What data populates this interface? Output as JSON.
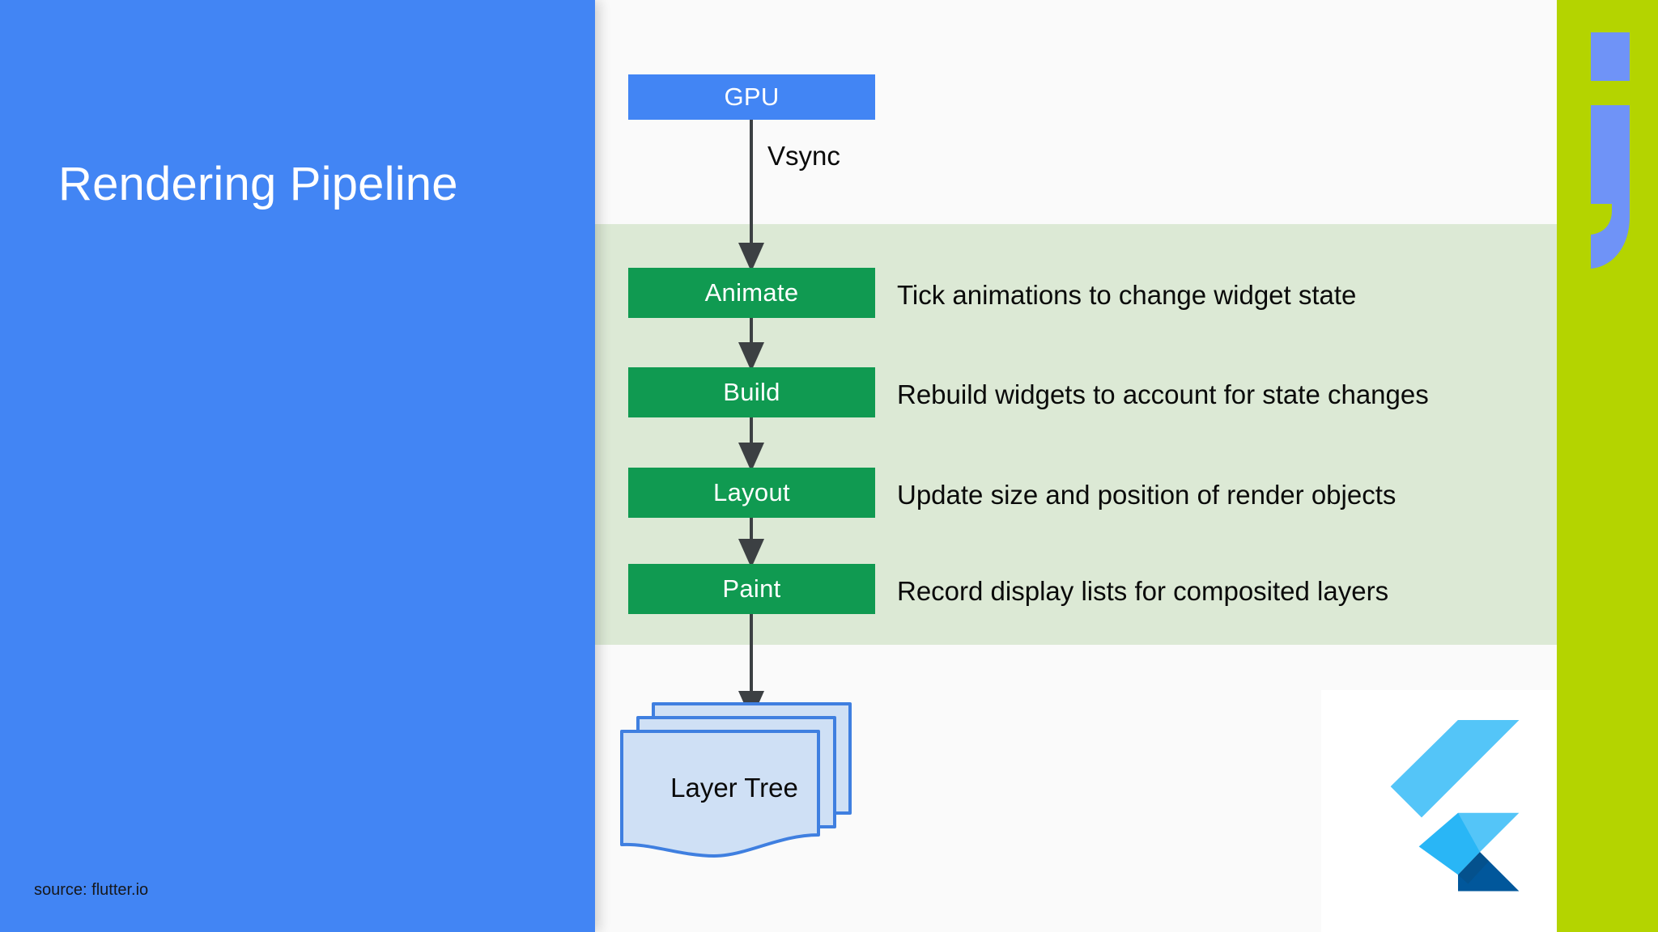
{
  "slide": {
    "title": "Rendering Pipeline",
    "source_note": "source: flutter.io"
  },
  "colors": {
    "title_panel": "#4285f4",
    "gpu_node": "#4285f4",
    "phase_node": "#109a51",
    "phase_band": "#dce9d5",
    "brand_bar": "#b4d400",
    "brand_glyph": "#6f93f7",
    "layer_tree_fill": "#cfe0f5",
    "layer_tree_stroke": "#3f7fe0",
    "arrow": "#3c4043",
    "content_bg": "#fafafa"
  },
  "diagram": {
    "type": "flowchart",
    "gpu": {
      "label": "GPU"
    },
    "vsync": {
      "label": "Vsync"
    },
    "phases": [
      {
        "label": "Animate",
        "description": "Tick animations to change widget state"
      },
      {
        "label": "Build",
        "description": "Rebuild widgets to account for state changes"
      },
      {
        "label": "Layout",
        "description": "Update size and position of render objects"
      },
      {
        "label": "Paint",
        "description": "Record display lists for composited layers"
      }
    ],
    "output": {
      "label": "Layer Tree"
    }
  },
  "brand": {
    "glyph_name": "letter-j-glyph"
  },
  "logo": {
    "name": "flutter-logo"
  }
}
